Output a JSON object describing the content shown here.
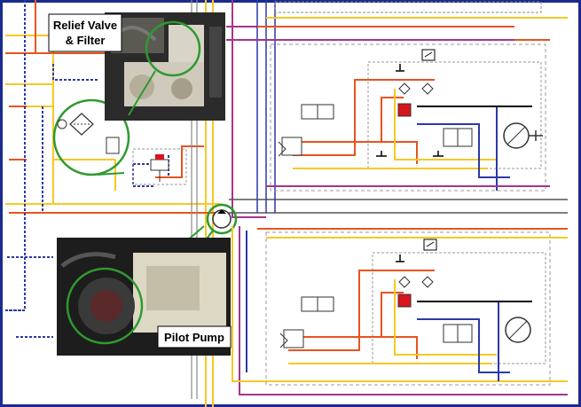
{
  "callouts": {
    "relief_valve_filter": {
      "line1": "Relief Valve",
      "line2": "& Filter"
    },
    "pilot_pump": {
      "text": "Pilot Pump"
    }
  },
  "colors": {
    "frame": "#1b2a8c",
    "pilot_orange": "#e8531f",
    "supply_yellow": "#f7c824",
    "drain_blue": "#2a3aa6",
    "magenta": "#a3358c",
    "gray_line": "#7a7a7a",
    "callout_green": "#2e9a2e",
    "valve_red": "#d8141e",
    "photo_dark": "#1a1a1a"
  },
  "icons": [
    "hydraulic-pump-symbol",
    "filter-symbol",
    "relief-valve-symbol",
    "directional-valve-symbol",
    "hydraulic-motor-symbol",
    "tank-symbol",
    "pressure-gauge-symbol"
  ]
}
